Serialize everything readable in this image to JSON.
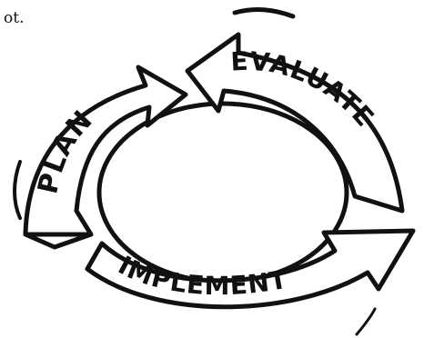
{
  "corner_text": "ot.",
  "cycle": {
    "stages": [
      "PLAN",
      "EVALUATE",
      "IMPLEMENT"
    ]
  },
  "colors": {
    "ink": "#111111",
    "background": "#ffffff"
  }
}
